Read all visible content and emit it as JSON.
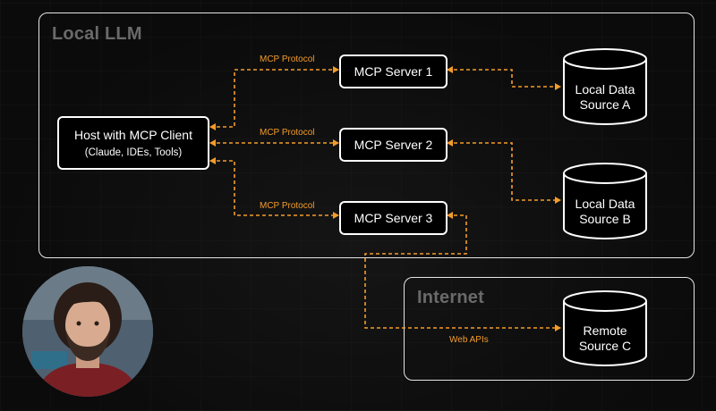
{
  "regions": {
    "local_llm": "Local LLM",
    "internet": "Internet"
  },
  "host": {
    "title": "Host with MCP Client",
    "subtitle": "(Claude, IDEs, Tools)"
  },
  "servers": [
    "MCP Server 1",
    "MCP Server 2",
    "MCP Server 3"
  ],
  "protocol_labels": [
    "MCP Protocol",
    "MCP Protocol",
    "MCP Protocol"
  ],
  "data_sources": [
    {
      "line1": "Local Data",
      "line2": "Source A"
    },
    {
      "line1": "Local Data",
      "line2": "Source B"
    },
    {
      "line1": "Remote",
      "line2": "Source C"
    }
  ],
  "web_apis_label": "Web APIs",
  "colors": {
    "accent": "#f39c2b",
    "border": "#e6e6e6",
    "region_title": "#6a6a6a",
    "background": "#0b0b0b"
  },
  "avatar": {
    "icon": "presenter-avatar-icon"
  }
}
